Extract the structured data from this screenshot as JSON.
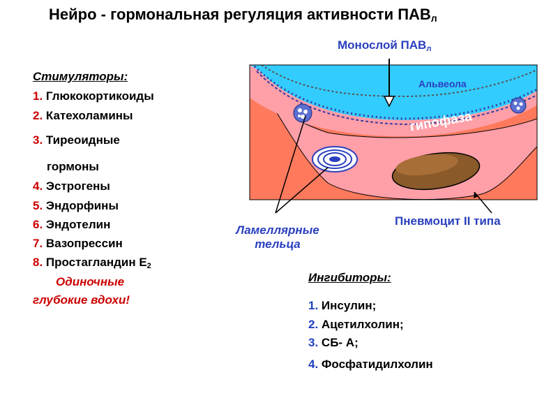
{
  "title": {
    "main": "Нейро - гормональная регуляция  активности ПАВ",
    "subscript": "л"
  },
  "diagram": {
    "monolayer_label": "Монослой ПАВ",
    "monolayer_subscript": "л",
    "alveola_label": "Альвеола",
    "hypophase_label": "гипофаза",
    "lamellar_label_line1": "Ламеллярные",
    "lamellar_label_line2": "тельца",
    "pneumocyte_label": "Пневмоцит II типа"
  },
  "stimulators": {
    "heading": "Стимуляторы:",
    "items": [
      {
        "num": "1.",
        "text": "Глюкокортикоиды"
      },
      {
        "num": "2.",
        "text": "Катехоламины"
      },
      {
        "num": "3.",
        "text": "Тиреоидные"
      },
      {
        "num": "",
        "text": "гормоны"
      },
      {
        "num": "4.",
        "text": "Эстрогены"
      },
      {
        "num": "5.",
        "text": "Эндорфины"
      },
      {
        "num": "6.",
        "text": "Эндотелин"
      },
      {
        "num": "7.",
        "text": "Вазопрессин"
      },
      {
        "num": "8.",
        "text": "Простагландин Е",
        "sub": "2"
      }
    ],
    "note_line1": "Одиночные",
    "note_line2": "глубокие вдохи!"
  },
  "inhibitors": {
    "heading": "Ингибиторы:",
    "items": [
      {
        "num": "1.",
        "text": "Инсулин;"
      },
      {
        "num": "2.",
        "text": "Ацетилхолин;"
      },
      {
        "num": "3.",
        "text": "СБ- А;"
      },
      {
        "num": "4.",
        "text": "Фосфатидилхолин"
      }
    ]
  },
  "colors": {
    "alveola": "#33ccff",
    "hypophase": "#ff9999",
    "cell": "#ff7a5c",
    "nucleus": "#8a5a2a",
    "label_blue": "#2a3fbf",
    "number_red": "#cc0000"
  }
}
